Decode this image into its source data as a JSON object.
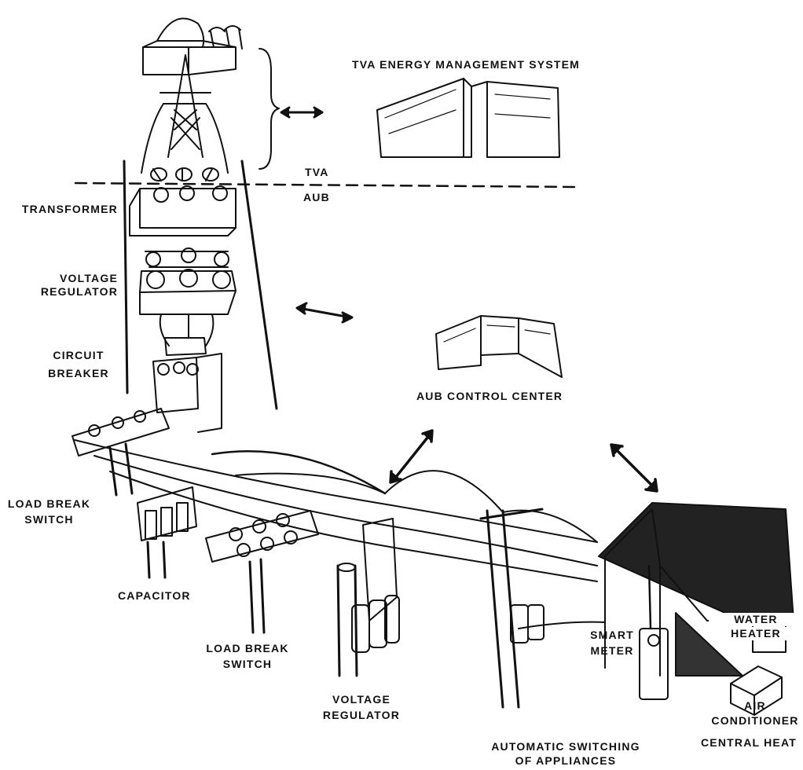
{
  "labels": {
    "tva_ems": "TVA ENERGY MANAGEMENT SYSTEM",
    "tva": "TVA",
    "aub": "AUB",
    "transformer": "TRANSFORMER",
    "voltage_regulator_top_1": "VOLTAGE",
    "voltage_regulator_top_2": "REGULATOR",
    "circuit_breaker_1": "CIRCUIT",
    "circuit_breaker_2": "BREAKER",
    "aub_control_center": "AUB CONTROL CENTER",
    "load_break_switch_left_1": "LOAD BREAK",
    "load_break_switch_left_2": "SWITCH",
    "capacitor": "CAPACITOR",
    "load_break_switch_mid_1": "LOAD BREAK",
    "load_break_switch_mid_2": "SWITCH",
    "voltage_regulator_bottom_1": "VOLTAGE",
    "voltage_regulator_bottom_2": "REGULATOR",
    "smart_meter_1": "SMART",
    "smart_meter_2": "METER",
    "water_heater_1": "WATER",
    "water_heater_2": "HEATER",
    "air_conditioner_1": "AIR",
    "air_conditioner_2": "CONDITIONER",
    "central_heat": "CENTRAL HEAT",
    "auto_switching_1": "AUTOMATIC SWITCHING",
    "auto_switching_2": "OF APPLIANCES"
  },
  "colors": {
    "ink": "#111111",
    "paper": "#ffffff"
  }
}
